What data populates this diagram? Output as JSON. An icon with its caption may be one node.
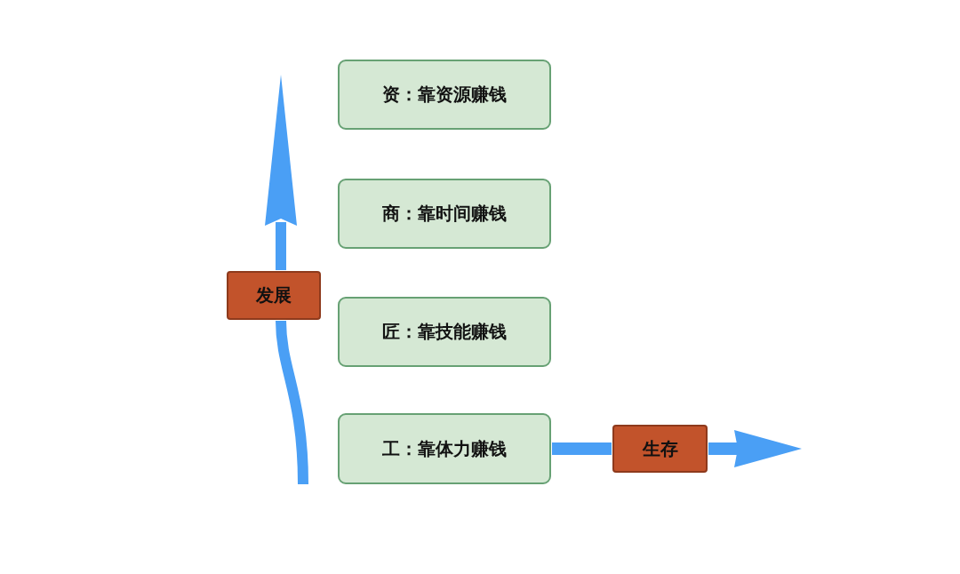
{
  "diagram": {
    "nodes": [
      {
        "text": [
          "资：靠资源赚钱"
        ]
      },
      {
        "text": [
          "商：靠时间赚钱"
        ]
      },
      {
        "text": [
          "匠：靠技能赚钱"
        ]
      },
      {
        "text": [
          "工：靠体力赚钱"
        ]
      },
      {
        "text": [
          "发展"
        ]
      },
      {
        "text": [
          "生存"
        ]
      }
    ],
    "edges": [
      {
        "from": null,
        "to": 4,
        "arrow": "none"
      },
      {
        "from": 4,
        "to": null,
        "arrow": "to"
      },
      {
        "from": 3,
        "to": 5,
        "arrow": "none"
      },
      {
        "from": 5,
        "to": null,
        "arrow": "to"
      }
    ]
  }
}
